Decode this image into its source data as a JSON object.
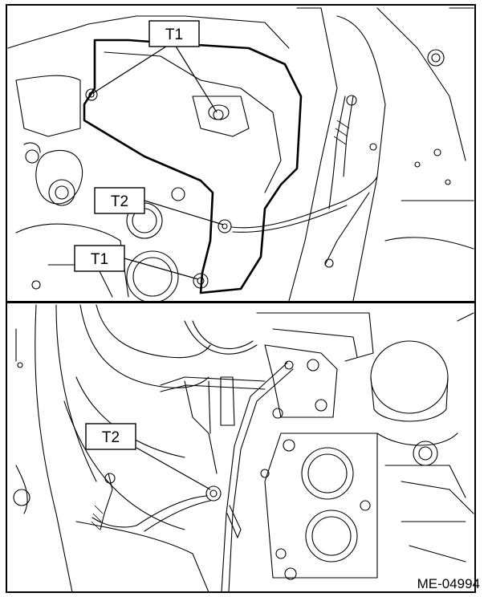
{
  "panels": [
    {
      "callouts": [
        "T1",
        "T2",
        "T1"
      ]
    },
    {
      "callouts": [
        "T2"
      ]
    }
  ],
  "figure_code": "ME-04994"
}
